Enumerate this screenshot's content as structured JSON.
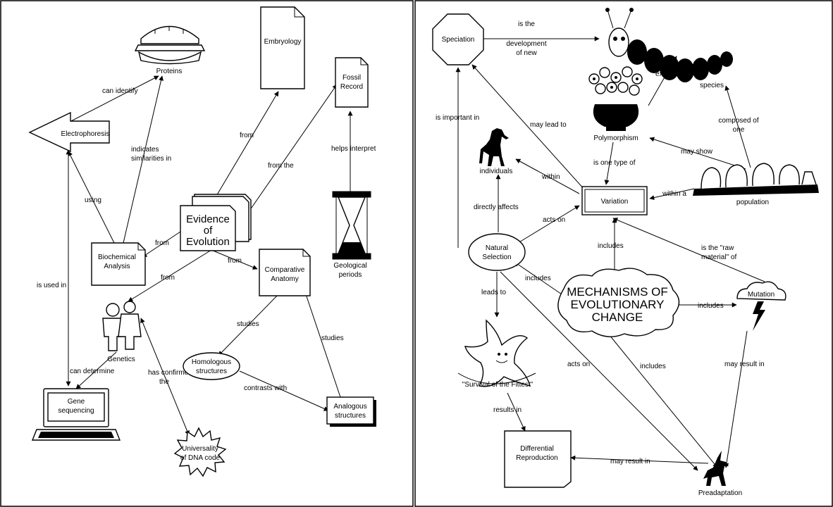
{
  "left_map": {
    "nodes": {
      "evidence": [
        "Evidence",
        "of",
        "Evolution"
      ],
      "proteins": "Proteins",
      "embryology": "Embryology",
      "fossil": [
        "Fossil",
        "Record"
      ],
      "electrophoresis": "Electrophoresis",
      "biochemical": [
        "Biochemical",
        "Analysis"
      ],
      "comparative": [
        "Comparative",
        "Anatomy"
      ],
      "genetics": "Genetics",
      "homologous": [
        "Homologous",
        "structures"
      ],
      "analogous": [
        "Analogous",
        "structures"
      ],
      "gene": [
        "Gene",
        "sequencing"
      ],
      "universality": [
        "Universality",
        "of DNA code"
      ],
      "geological": [
        "Geological",
        "periods"
      ]
    },
    "edges": {
      "can_identify": "can identify",
      "indicates": [
        "indicates",
        "similarities in"
      ],
      "from_embryology": "from",
      "from_fossil": "from the",
      "helps_interpret": "helps interpret",
      "using": "using",
      "from_biochem": "from",
      "from_genetics": "from",
      "from_comparative": "from",
      "is_used_in": "is used in",
      "studies_homologous": "studies",
      "studies_analogous": "studies",
      "contrasts_with": "contrasts with",
      "can_determine": "can determine",
      "has_confirmed": [
        "has confirmed",
        "the"
      ]
    }
  },
  "right_map": {
    "nodes": {
      "speciation": "Speciation",
      "species": "species",
      "polymorphism": "Polymorphism",
      "individuals": "individuals",
      "variation": "Variation",
      "population": "population",
      "natural_selection": [
        "Natural",
        "Selection"
      ],
      "mechanisms": [
        "MECHANISMS OF",
        "EVOLUTIONARY",
        "CHANGE"
      ],
      "mutation": "Mutation",
      "survival": "\"Survival of the  Fittest\"",
      "differential": [
        "Differential",
        "Reproduction"
      ],
      "preadaptation": "Preadaptation"
    },
    "edges": {
      "development": [
        "is the",
        "development",
        "of new"
      ],
      "exists_within": "exists within",
      "composed_of": [
        "composed of",
        "one"
      ],
      "is_important_in": "is important in",
      "may_lead_to": "may lead to",
      "may_show": "may show",
      "within": "within",
      "one_type_of": "is one type of",
      "within_a": "within a",
      "directly_affects": "directly affects",
      "acts_on_variation": "acts on",
      "includes_variation": "includes",
      "raw_material": [
        "is the \"raw",
        "material\" of"
      ],
      "includes_natsel": "includes",
      "includes_mutation": "includes",
      "leads_to": "leads to",
      "acts_on_pre": "acts on",
      "includes_pre": "includes",
      "may_result_in_mut": "may result in",
      "results_in": "results in",
      "may_result_in_diff": "may result in"
    }
  }
}
